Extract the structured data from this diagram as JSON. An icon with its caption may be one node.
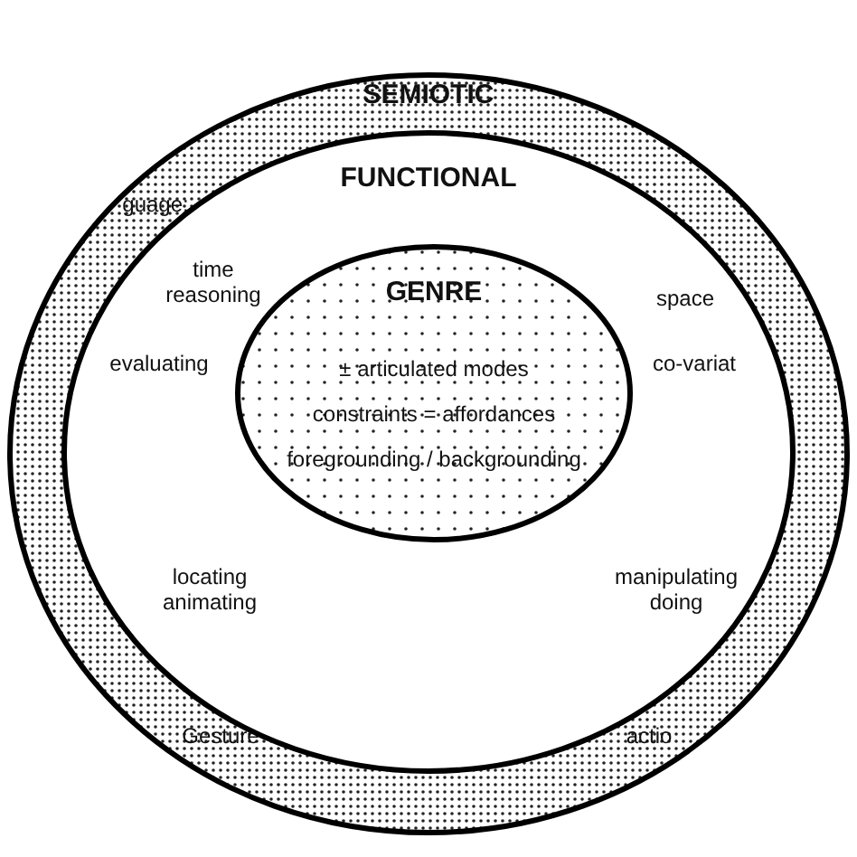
{
  "diagram": {
    "nodes": [
      {
        "text": [
          "SEMIOTIC",
          "guage:",
          "Gesture",
          "actio"
        ]
      },
      {
        "text": [
          "FUNCTIONAL",
          "time reasoning",
          "evaluating",
          "space",
          "co-variat",
          "locating animating",
          "manipulating doing"
        ],
        "in": 0
      },
      {
        "text": [
          "GENRE",
          "± articulated modes",
          "constraints = affordances",
          "foregrounding / backgrounding"
        ],
        "in": 1
      }
    ]
  }
}
